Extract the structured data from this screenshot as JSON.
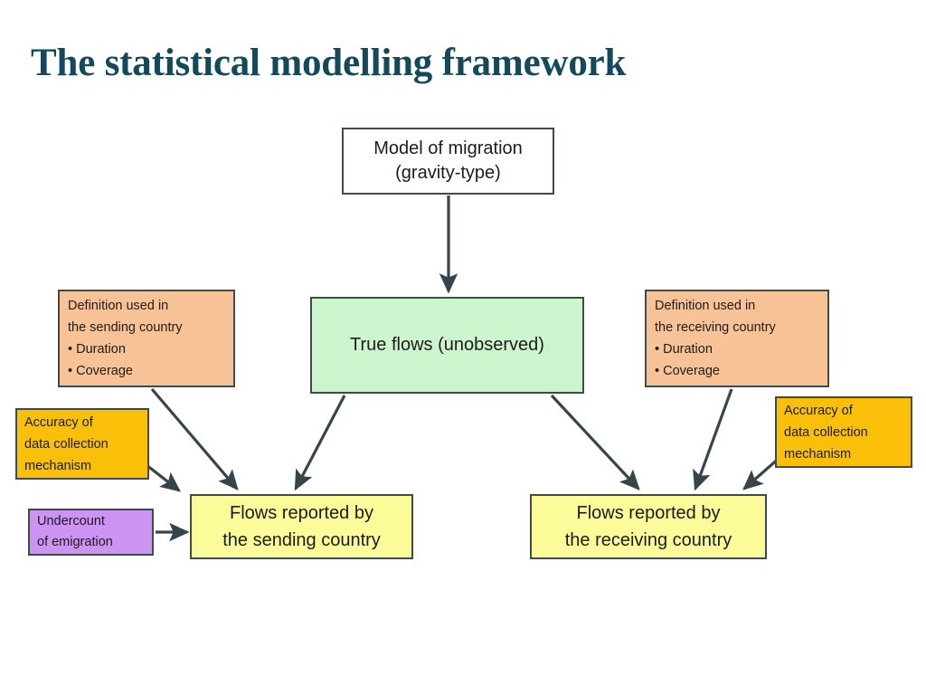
{
  "slide": {
    "title": "The statistical modelling framework",
    "title_color": "#14495c",
    "background": "#ffffff"
  },
  "palette": {
    "box_border": "#3d4b4f",
    "arrow": "#36454a",
    "white_box": "#ffffff",
    "green_box": "#cdf5cd",
    "orange_box": "#f7c396",
    "gold_box": "#f9bf09",
    "purple_box": "#cd93f2",
    "yellow_box": "#fbfb9a"
  },
  "nodes": {
    "model": {
      "line1": "Model of migration",
      "line2": "(gravity-type)"
    },
    "true_flows": {
      "line1": "True flows (unobserved)"
    },
    "definition_sending": {
      "line1": "Definition used in",
      "line2": "the sending country",
      "line3": "• Duration",
      "line4": "• Coverage"
    },
    "definition_receiving": {
      "line1": "Definition used in",
      "line2": "the receiving country",
      "line3": "• Duration",
      "line4": "• Coverage"
    },
    "accuracy_left": {
      "line1": "Accuracy of",
      "line2": "data collection",
      "line3": "mechanism"
    },
    "accuracy_right": {
      "line1": "Accuracy of",
      "line2": "data collection",
      "line3": "mechanism"
    },
    "undercount": {
      "line1": "Undercount",
      "line2": "of emigration"
    },
    "flows_sending": {
      "line1": "Flows reported by",
      "line2": "the sending country"
    },
    "flows_receiving": {
      "line1": "Flows reported by",
      "line2": "the receiving country"
    }
  },
  "edges": [
    {
      "from": "model",
      "to": "true_flows"
    },
    {
      "from": "true_flows",
      "to": "flows_sending"
    },
    {
      "from": "true_flows",
      "to": "flows_receiving"
    },
    {
      "from": "definition_sending",
      "to": "flows_sending"
    },
    {
      "from": "definition_receiving",
      "to": "flows_receiving"
    },
    {
      "from": "accuracy_left",
      "to": "flows_sending"
    },
    {
      "from": "accuracy_right",
      "to": "flows_receiving"
    },
    {
      "from": "undercount",
      "to": "flows_sending"
    }
  ]
}
